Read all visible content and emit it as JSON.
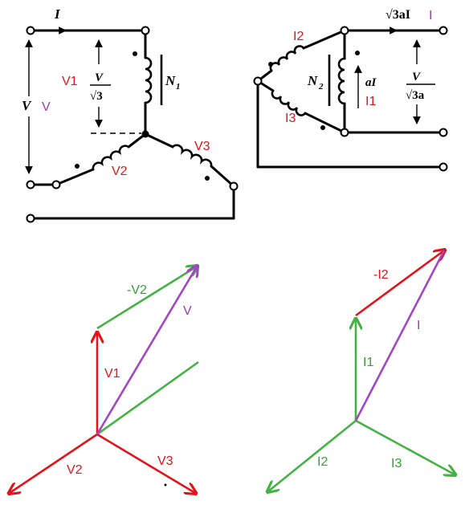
{
  "colors": {
    "red": "#e4131b",
    "green": "#43b243",
    "purple": "#a246c4",
    "black": "#000000"
  },
  "primary": {
    "current": "I",
    "line_voltage": "V",
    "line_voltage_colored": "V",
    "phase_voltage_num": "V",
    "phase_voltage_den": "√3",
    "turns": "N",
    "turns_sub": "1",
    "winding_labels": [
      "V1",
      "V2",
      "V3"
    ]
  },
  "secondary": {
    "line_current": "√3aI",
    "line_current_colored": "I",
    "phase_current": "aI",
    "phase_current_colored": "I1",
    "line_voltage_num": "V",
    "line_voltage_den": "√3a",
    "turns": "N",
    "turns_sub": "2",
    "winding_labels": [
      "I2",
      "I3"
    ]
  },
  "voltage_phasors": {
    "labels": [
      "V1",
      "V2",
      "V3",
      "-V2",
      "V"
    ]
  },
  "current_phasors": {
    "labels": [
      "I1",
      "I2",
      "I3",
      "-I2",
      "I"
    ]
  }
}
